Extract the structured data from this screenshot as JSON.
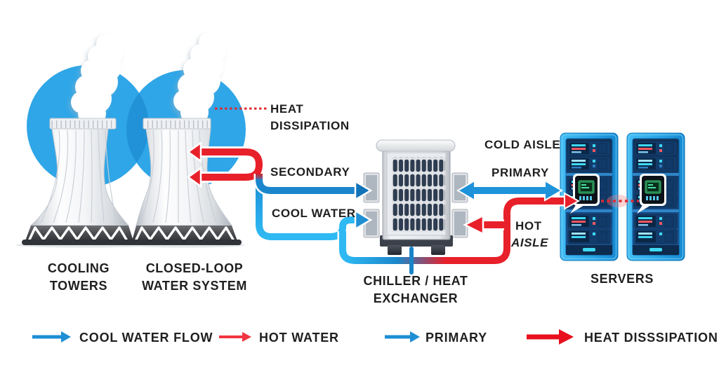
{
  "diagram": {
    "labels": {
      "heat_dissipation_line1": "HEAT",
      "heat_dissipation_line2": "DISSIPATION",
      "secondary": "SECONDARY",
      "cool_water": "COOL WATER",
      "cold_aisle": "COLD AISLE",
      "primary": "PRIMARY",
      "hot_aisle_line1": "HOT",
      "hot_aisle_line2": "AISLE",
      "chiller_line1": "CHILLER / HEAT",
      "chiller_line2": "EXCHANGER",
      "cooling_towers_line1": "COOLING",
      "cooling_towers_line2": "TOWERS",
      "closed_loop_line1": "CLOSED-LOOP",
      "closed_loop_line2": "WATER SYSTEM",
      "servers": "SERVERS"
    },
    "legend": {
      "items": [
        {
          "label": "COOL WATER FLOW",
          "arrow": "blue-thin"
        },
        {
          "label": "HOT WATER",
          "arrow": "red-thin"
        },
        {
          "label": "PRIMARY",
          "arrow": "blue-thin"
        },
        {
          "label": "HEAT DISSSIPATION",
          "arrow": "red-thick"
        }
      ]
    },
    "colors": {
      "cool_blue": "#1b86cc",
      "light_cyan": "#2fb9f2",
      "hot_red": "#e8202a",
      "circle_blue": "#2fa6e7",
      "server_frame_blue": "#2aa7e8",
      "label_text": "#1f1f1f"
    }
  }
}
